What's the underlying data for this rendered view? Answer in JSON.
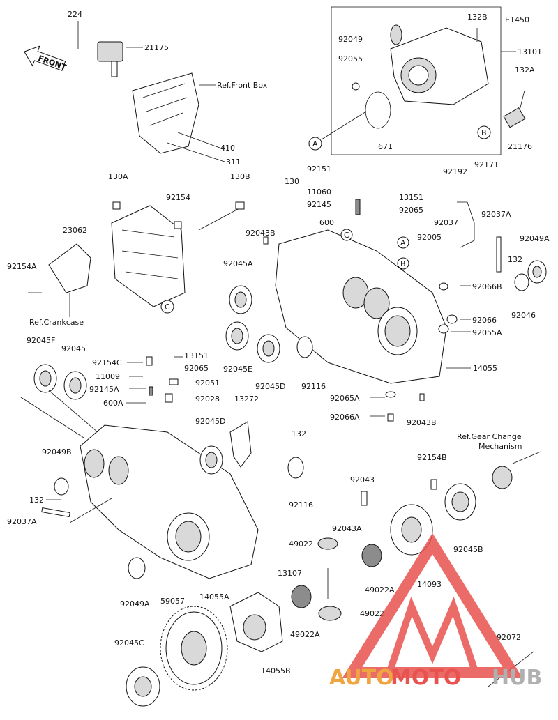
{
  "diagram_code": "E1450",
  "front_label": "FRONT",
  "refs": {
    "front_box": "Ref.Front Box",
    "crankcase": "Ref.Crankcase",
    "gear_change_line1": "Ref.Gear Change",
    "gear_change_line2": "Mechanism"
  },
  "callouts": [
    "A",
    "B",
    "C",
    "A",
    "B",
    "C"
  ],
  "labels": {
    "p224": "224",
    "p21175": "21175",
    "p410": "410",
    "p311": "311",
    "p132B": "132B",
    "p92049": "92049",
    "p13101": "13101",
    "p92055": "92055",
    "p132A": "132A",
    "p671": "671",
    "p21176": "21176",
    "p130A": "130A",
    "p130B": "130B",
    "p92154": "92154",
    "p23062": "23062",
    "p92154A": "92154A",
    "p92151": "92151",
    "p130": "130",
    "p11060": "11060",
    "p13151a": "13151",
    "p92145": "92145",
    "p92065a": "92065",
    "p600": "600",
    "p92043B": "92043B",
    "p92045A": "92045A",
    "p92192": "92192",
    "p92171": "92171",
    "p92037A": "92037A",
    "p92037": "92037",
    "p92005": "92005",
    "p92049A": "92049A",
    "p132a": "132",
    "p92066B": "92066B",
    "p92066": "92066",
    "p92046": "92046",
    "p92055A": "92055A",
    "p92045E": "92045E",
    "p92045D": "92045D",
    "p92116": "92116",
    "p14055": "14055",
    "p92065A": "92065A",
    "p92066A": "92066A",
    "p92043Bb": "92043B",
    "p92045F": "92045F",
    "p92045": "92045",
    "p92154C": "92154C",
    "p13151b": "13151",
    "p11009": "11009",
    "p92065b": "92065",
    "p92051": "92051",
    "p92145A": "92145A",
    "p92028": "92028",
    "p600A": "600A",
    "p13272": "13272",
    "p92045Db": "92045D",
    "p132b": "132",
    "p92049B": "92049B",
    "p132c": "132",
    "p92037Ab": "92037A",
    "p92116b": "92116",
    "p92154B": "92154B",
    "p92043": "92043",
    "p92043A": "92043A",
    "p49022": "49022",
    "p13107": "13107",
    "p49022A": "49022A",
    "p14093": "14093",
    "p92045B": "92045B",
    "p49022b": "49022",
    "p49022Ab": "49022A",
    "p92049Ab": "92049A",
    "p14055A": "14055A",
    "p59057": "59057",
    "p92045C": "92045C",
    "p14055B": "14055B",
    "p92072": "92072"
  },
  "watermark": {
    "part1": "AUTO",
    "part2": "MOTO",
    "part3": "HUB"
  },
  "colors": {
    "ink": "#111111",
    "watermark_red": "#e8524f",
    "watermark_orange": "#f0a640",
    "watermark_gray": "#b0b0b0"
  }
}
